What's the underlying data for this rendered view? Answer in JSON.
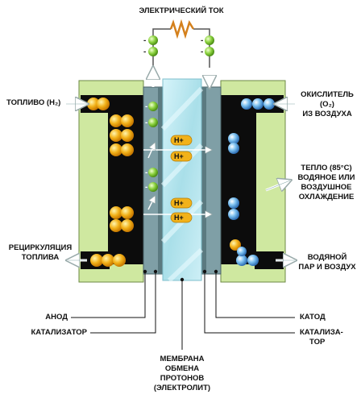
{
  "labels": {
    "current": "ЭЛЕКТРИЧЕСКИЙ ТОК",
    "fuel": "ТОПЛИВО (H₂)",
    "oxidizer_1": "ОКИСЛИТЕЛЬ",
    "oxidizer_2": "(O₂)",
    "oxidizer_3": "ИЗ ВОЗДУХА",
    "heat_1": "ТЕПЛО (85°C)",
    "heat_2": "ВОДЯНОЕ ИЛИ",
    "heat_3": "ВОЗДУШНОЕ",
    "heat_4": "ОХЛАЖДЕНИЕ",
    "recirc_1": "РЕЦИРКУЛЯЦИЯ",
    "recirc_2": "ТОПЛИВА",
    "water_1": "ВОДЯНОЙ",
    "water_2": "ПАР И ВОЗДУХ",
    "anode": "АНОД",
    "catalyst_left": "КАТАЛИЗАТОР",
    "cathode": "КАТОД",
    "catalyst_right_1": "КАТАЛИЗА-",
    "catalyst_right_2": "ТОР",
    "membrane_1": "МЕМБРАНА",
    "membrane_2": "ОБМЕНА",
    "membrane_3": "ПРОТОНОВ",
    "membrane_4": "(ЭЛЕКТРОЛИТ)",
    "proton": "H+"
  },
  "colors": {
    "end_plate": "#cfe8a0",
    "flow_channel": "#0c0c0c",
    "anode_layer": "#7f9fa6",
    "membrane": "#bfeaf2",
    "hydrogen": "#f2b21a",
    "oxygen": "#5aa8e6",
    "electron": "#8bd23e",
    "resistor": "#d4801c"
  }
}
